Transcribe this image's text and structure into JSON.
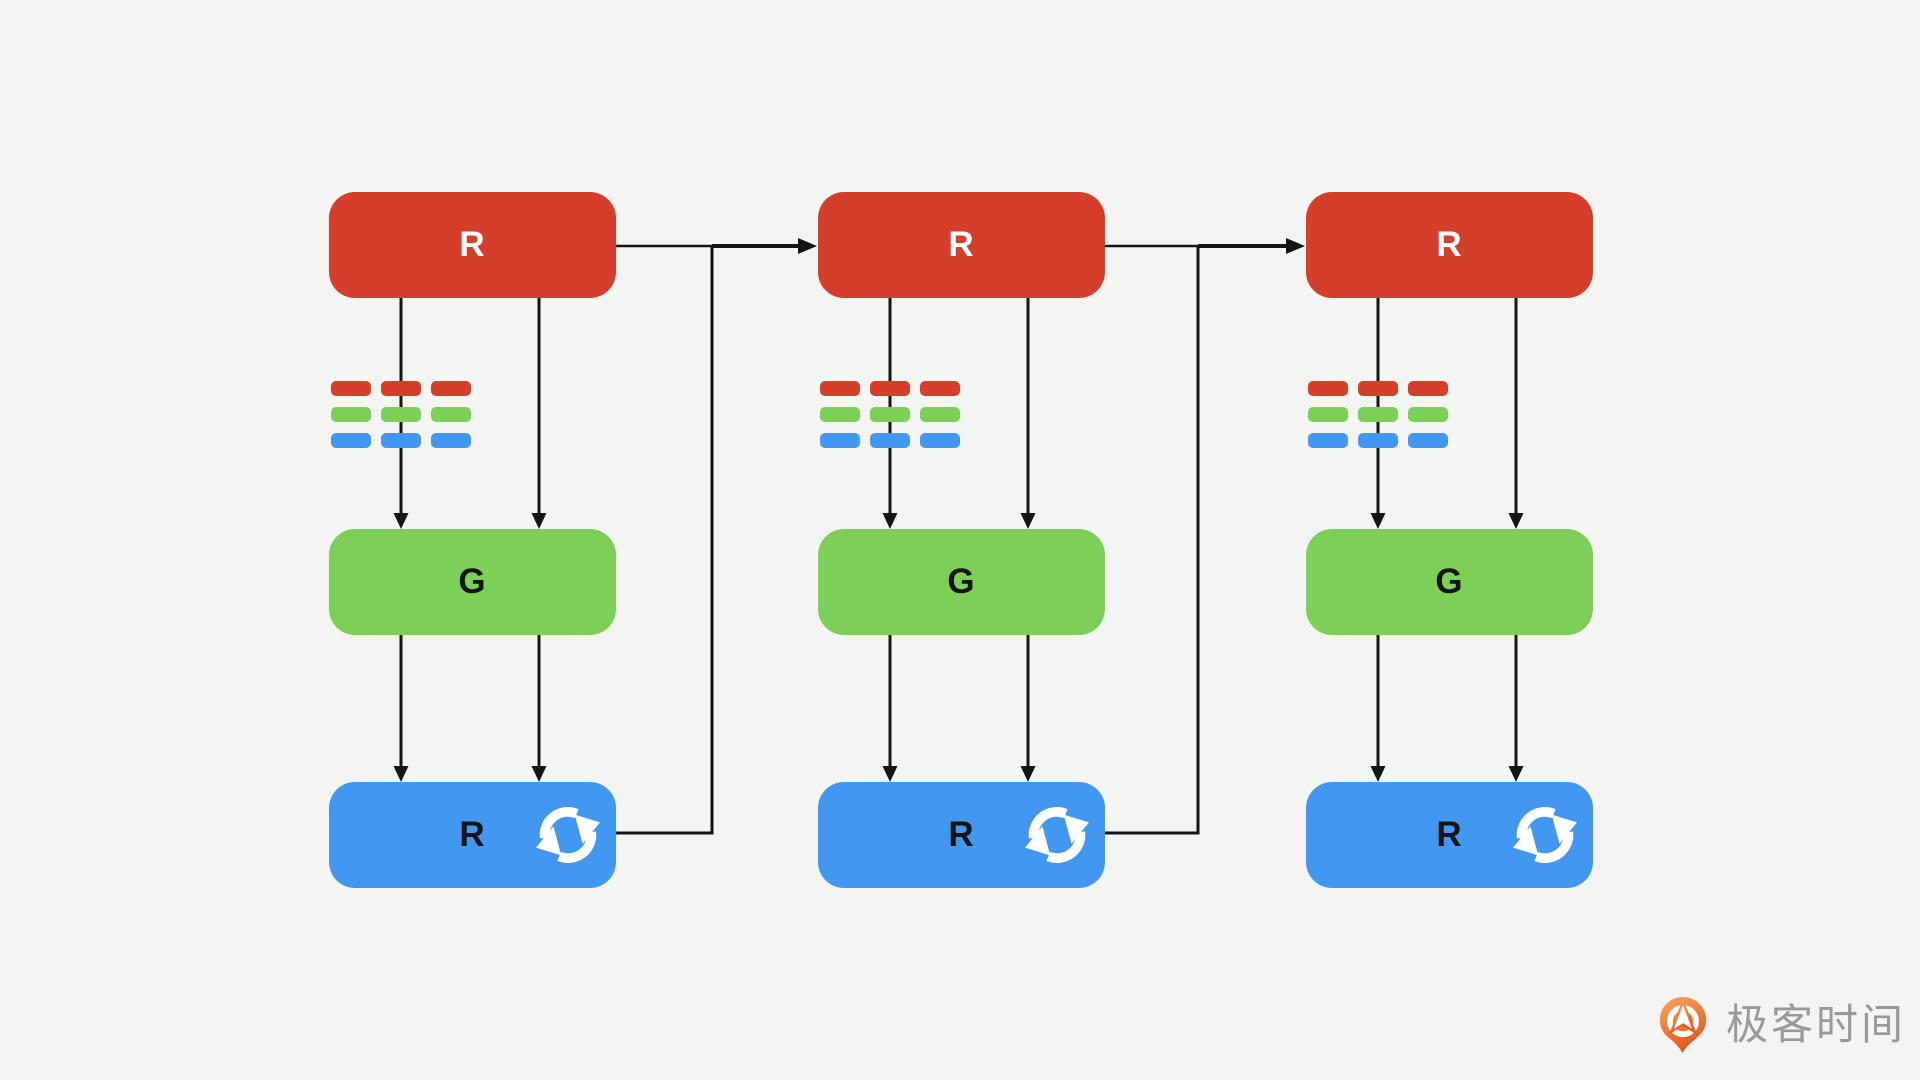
{
  "diagram": {
    "columns": [
      {
        "top_label": "R",
        "mid_label": "G",
        "bottom_label": "R"
      },
      {
        "top_label": "R",
        "mid_label": "G",
        "bottom_label": "R"
      },
      {
        "top_label": "R",
        "mid_label": "G",
        "bottom_label": "R"
      }
    ],
    "dash_legend": {
      "rows": [
        "red",
        "green",
        "blue"
      ],
      "cols": 3
    }
  },
  "colors": {
    "red": "#d63e2c",
    "green": "#7ccf57",
    "blue": "#4297f1",
    "line": "#151515",
    "bg": "#f4f4f2",
    "node_text_light": "#ffffff",
    "node_text_dark": "#151515",
    "logo_text": "#97999b",
    "logo_orange_light": "#f7a85f",
    "logo_orange_dark": "#e4571f"
  },
  "logo": {
    "text": "极客时间",
    "icon": "geektime-pin-icon"
  }
}
